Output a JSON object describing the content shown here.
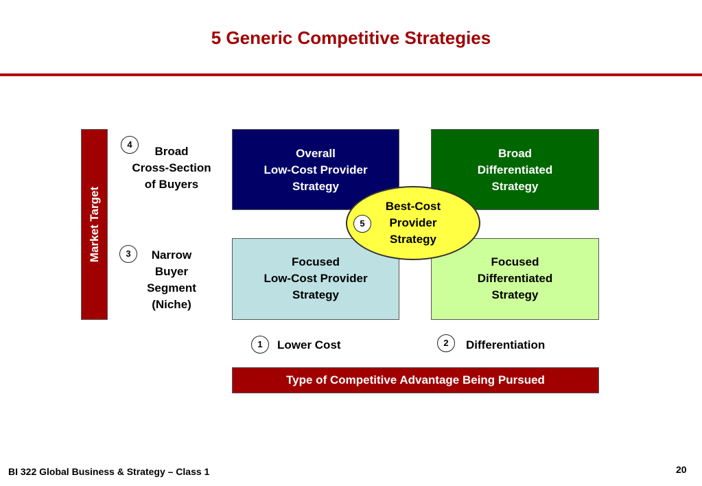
{
  "title": "5 Generic Competitive Strategies",
  "axis_y_label": "Market Target",
  "axis_x_label": "Type of Competitive Advantage Being Pursued",
  "row_labels": {
    "broad": {
      "number": "4",
      "lines": [
        "Broad",
        "Cross-Section",
        "of Buyers"
      ]
    },
    "narrow": {
      "number": "3",
      "lines": [
        "Narrow",
        "Buyer",
        "Segment",
        "(Niche)"
      ]
    }
  },
  "column_labels": {
    "lower_cost": {
      "number": "1",
      "text": "Lower Cost"
    },
    "differentiation": {
      "number": "2",
      "text": "Differentiation"
    }
  },
  "quadrants": {
    "overall_low_cost": [
      "Overall",
      "Low-Cost Provider",
      "Strategy"
    ],
    "broad_differentiated": [
      "Broad",
      "Differentiated",
      "Strategy"
    ],
    "focused_low_cost": [
      "Focused",
      "Low-Cost Provider",
      "Strategy"
    ],
    "focused_differentiated": [
      "Focused",
      "Differentiated",
      "Strategy"
    ]
  },
  "best_cost": {
    "number": "5",
    "lines": [
      "Best-Cost",
      "Provider",
      "Strategy"
    ]
  },
  "footer": "BI 322 Global Business & Strategy – Class 1",
  "page_number": "20",
  "colors": {
    "title": "#a00000",
    "overall_low_cost": "#000066",
    "broad_differentiated": "#006600",
    "focused_low_cost": "#bde0e3",
    "focused_differentiated": "#ccff99",
    "best_cost": "#ffff44",
    "axis_bars": "#a00000"
  }
}
